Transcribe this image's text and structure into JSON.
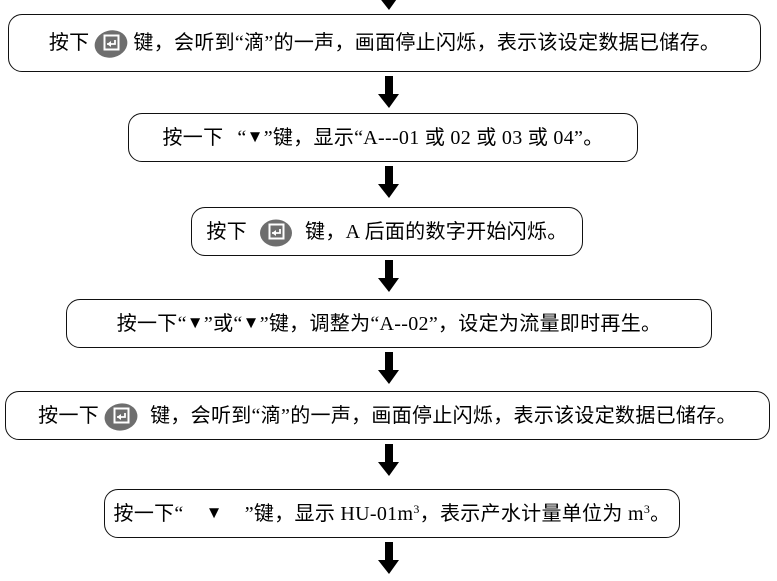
{
  "document": {
    "title": "水处理控制器设定流程图",
    "type": "flowchart",
    "orientation": "vertical",
    "background_color": "#ffffff",
    "border_color": "#111111",
    "text_color": "#000000",
    "icon_color": "#6e6e6e",
    "icon_glyph_color": "#ffffff"
  },
  "nodes": [
    {
      "id": "node-1",
      "icon": "enter-key-icon",
      "text_before": "按下",
      "text_after": "键，会听到“滴”的一声，画面停止闪烁，表示该设定数据已储存。",
      "full_text": "按下 ⏎ 键，会听到“滴”的一声，画面停止闪烁，表示该设定数据已储存。"
    },
    {
      "id": "node-2",
      "icon": "down-triangle-icon",
      "text_before": "按一下",
      "quote_open": "“",
      "triangle": "▼",
      "quote_close": "”",
      "text_after": "键，显示“A---01 或 02 或 03 或 04”。",
      "full_text": "按一下 “▼”键，显示“A---01 或 02 或 03 或 04”。"
    },
    {
      "id": "node-3",
      "icon": "enter-key-icon",
      "text_before": "按下",
      "text_after": "键，A 后面的数字开始闪烁。",
      "full_text": "按下 ⏎ 键，A 后面的数字开始闪烁。"
    },
    {
      "id": "node-4",
      "icon": "down-triangle-icon",
      "text_before": "按一下“",
      "triangle_1": "▼",
      "text_middle": "”或“",
      "triangle_2": "▼",
      "text_after": "”键，调整为“A--02”，设定为流量即时再生。",
      "full_text": "按一下“▼”或“▼”键，调整为“A--02”，设定为流量即时再生。"
    },
    {
      "id": "node-5",
      "icon": "enter-key-icon",
      "text_before": "按一下",
      "text_after": "键，会听到“滴”的一声，画面停止闪烁，表示该设定数据已储存。",
      "full_text": "按一下 ⏎ 键，会听到“滴”的一声，画面停止闪烁，表示该设定数据已储存。"
    },
    {
      "id": "node-6",
      "icon": "down-triangle-icon",
      "text_before": "按一下“",
      "triangle": "▼",
      "quote_close": "”键，显示 HU-01m",
      "superscript_1": "3",
      "text_middle": "，表示产水计量单位为 m",
      "superscript_2": "3",
      "text_end": "。",
      "full_text": "按一下“ ▼ ”键，显示 HU-01m³，表示产水计量单位为 m³。"
    }
  ],
  "arrows": [
    {
      "id": "arrow-top",
      "direction": "down",
      "state": "clipped-top"
    },
    {
      "id": "arrow-1",
      "direction": "down",
      "state": "full"
    },
    {
      "id": "arrow-2",
      "direction": "down",
      "state": "full"
    },
    {
      "id": "arrow-3",
      "direction": "down",
      "state": "full"
    },
    {
      "id": "arrow-4",
      "direction": "down",
      "state": "full"
    },
    {
      "id": "arrow-5",
      "direction": "down",
      "state": "full"
    },
    {
      "id": "arrow-bottom",
      "direction": "down",
      "state": "full"
    }
  ]
}
